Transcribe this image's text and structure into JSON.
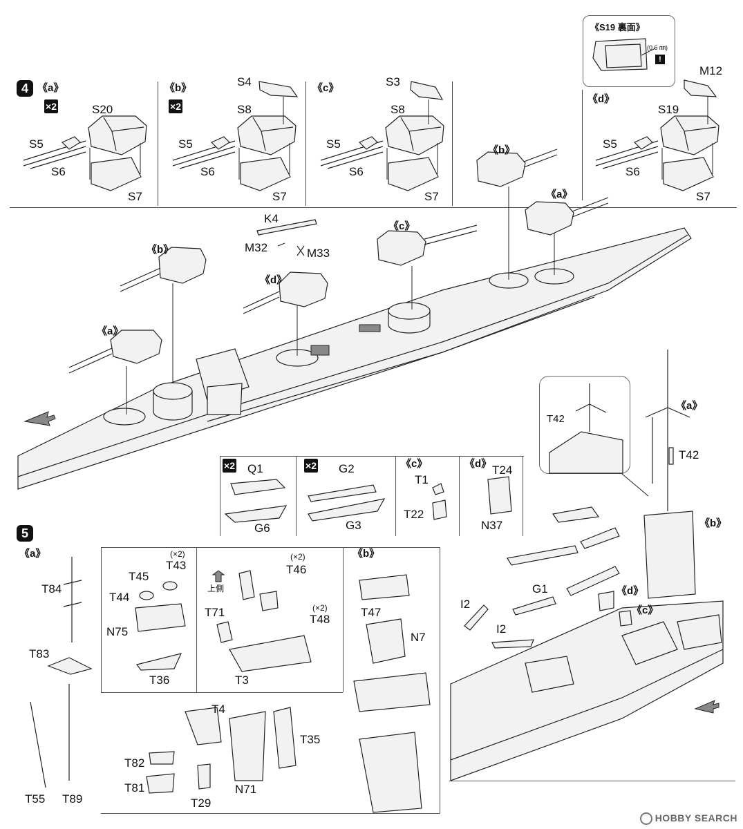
{
  "step4": {
    "number": "4",
    "variants": [
      {
        "tag": "《a》",
        "mult": "×2",
        "top": "S20",
        "guns_upper": "S5",
        "guns_lower": "S6",
        "base": "S7"
      },
      {
        "tag": "《b》",
        "mult": "×2",
        "top": "S8",
        "roof": "S4",
        "guns_upper": "S5",
        "guns_lower": "S6",
        "base": "S7"
      },
      {
        "tag": "《c》",
        "top": "S8",
        "roof": "S3",
        "guns_upper": "S5",
        "guns_lower": "S6",
        "base": "S7"
      },
      {
        "tag": "《d》",
        "top": "S19",
        "roof": "M12",
        "guns_upper": "S5",
        "guns_lower": "S6",
        "base": "S7"
      }
    ],
    "inset_s19": {
      "title": "《S19 裏面》",
      "note": "(0.6 ㎜)",
      "icon": "drill-icon"
    },
    "hull_labels": {
      "b_front": "《b》",
      "a_front": "《a》",
      "c_mid": "《c》",
      "d_mid": "《d》",
      "b_rear": "《b》",
      "a_rear": "《a》",
      "k4": "K4",
      "m32": "M32",
      "m33": "M33"
    },
    "boats": [
      {
        "mult": "×2",
        "top": "Q1",
        "bottom": "G6"
      },
      {
        "mult": "×2",
        "top": "G2",
        "bottom": "G3"
      }
    ],
    "sub_c": {
      "tag": "《c》",
      "p1": "T1",
      "p2": "T22"
    },
    "sub_d": {
      "tag": "《d》",
      "p1": "T24",
      "p2": "N37"
    }
  },
  "step5": {
    "number": "5",
    "col_a": {
      "tag": "《a》",
      "parts": [
        "T84",
        "T83",
        "T55",
        "T89"
      ]
    },
    "panel2": {
      "labels": [
        "T45",
        "T43",
        "(×2)",
        "T44",
        "N75",
        "T36"
      ]
    },
    "panel3": {
      "labels": [
        "T71",
        "上側",
        "T46",
        "(×2)",
        "T48",
        "(×2)",
        "T3"
      ]
    },
    "panel4": {
      "tag": "《b》",
      "labels": [
        "T47",
        "N7"
      ]
    },
    "panel5": {
      "labels": [
        "T4",
        "T35",
        "T82",
        "T81",
        "T29",
        "N71"
      ]
    },
    "mast": {
      "a": "《a》",
      "t42": "T42",
      "b": "《b》",
      "inset_label": "T42"
    },
    "ship_right": {
      "i2_a": "I2",
      "i2_b": "I2",
      "g1": "G1",
      "d": "《d》",
      "c": "《c》"
    }
  },
  "watermark": "HOBBY SEARCH"
}
